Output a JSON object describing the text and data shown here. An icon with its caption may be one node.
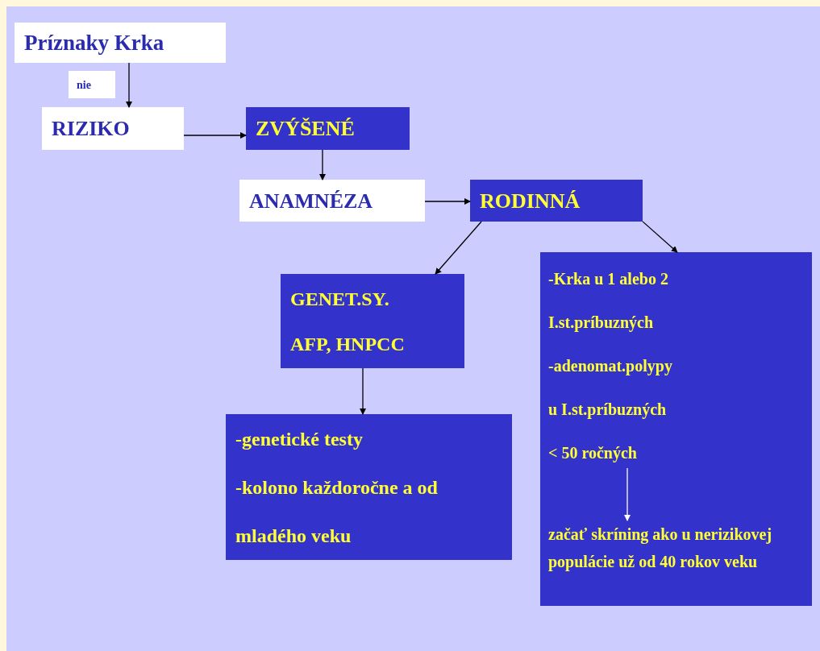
{
  "diagram": {
    "nodes": [
      {
        "text": [
          "Príznaky Krka"
        ]
      },
      {
        "text": [
          "RIZIKO"
        ]
      },
      {
        "text": [
          "ZVÝŠENÉ"
        ]
      },
      {
        "text": [
          "ANAMNÉZA"
        ]
      },
      {
        "text": [
          "RODINNÁ"
        ]
      },
      {
        "text": [
          "GENET.SY.",
          "AFP, HNPCC"
        ]
      },
      {
        "text": [
          "-genetické testy",
          "-kolono každoročne a od mladého veku"
        ]
      },
      {
        "text": [],
        "shape": "box"
      },
      {
        "text": [
          "-Krka u 1 alebo 2 I.st.príbuzných",
          "-adenomat.polypy u I.st.príbuzných",
          "< 50 ročných"
        ],
        "in": 7
      },
      {
        "text": [
          "začať skríning ako u nerizikovej populácie už od 40 rokov veku"
        ],
        "in": 7
      }
    ],
    "edges": [
      {
        "from": 0,
        "to": 1,
        "arrow": "to",
        "label": "nie"
      },
      {
        "from": 1,
        "to": 2,
        "arrow": "to"
      },
      {
        "from": 2,
        "to": 3,
        "arrow": "to"
      },
      {
        "from": 3,
        "to": 4,
        "arrow": "to"
      },
      {
        "from": 4,
        "to": 5,
        "arrow": "to"
      },
      {
        "from": 4,
        "to": 7,
        "arrow": "to"
      },
      {
        "from": 5,
        "to": 6,
        "arrow": "to"
      },
      {
        "from": 8,
        "to": 9,
        "arrow": "to",
        "color": "#ffffff"
      }
    ]
  }
}
